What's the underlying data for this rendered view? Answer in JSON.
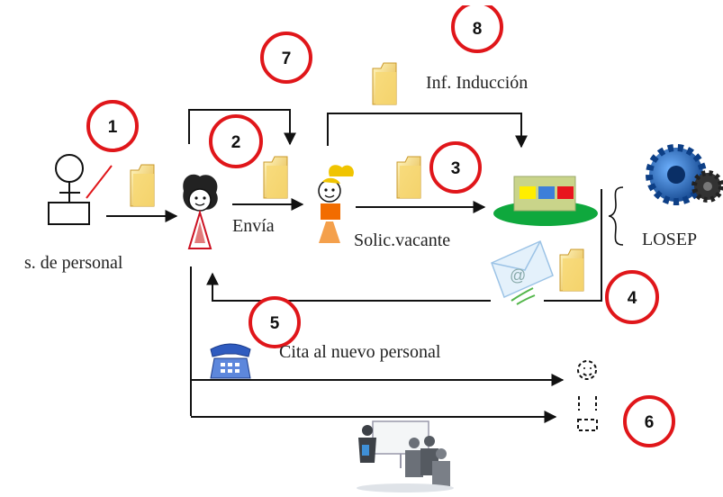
{
  "labels": {
    "personal": "s. de personal",
    "envia": "Envía",
    "solicitud": "Solic.vacante",
    "induccion": "Inf. Inducción",
    "losep": "LOSEP",
    "cita": "Cita al nuevo personal"
  },
  "steps": [
    "1",
    "2",
    "3",
    "4",
    "5",
    "6",
    "7",
    "8"
  ],
  "colors": {
    "step_circle": "#e0161a",
    "arrow": "#111111",
    "platform": "#0fa83d",
    "box": "#c9d48a",
    "yellow": "#ffee00",
    "blue": "#3d7fd9",
    "red": "#e8141e",
    "gear": "#1b5fb0"
  },
  "icons": [
    "folder-icon",
    "person-icon",
    "woman-icon",
    "girl-icon",
    "email-icon",
    "telephone-icon",
    "gear-icon",
    "meeting-icon",
    "new-person-icon"
  ]
}
